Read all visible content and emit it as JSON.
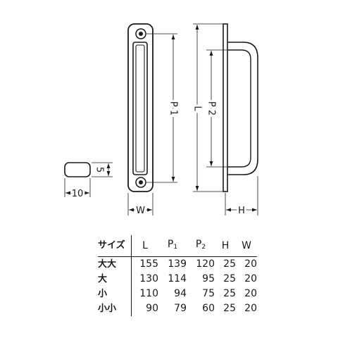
{
  "dimension_labels": {
    "slot_width": "10",
    "slot_height": "5",
    "W": "W",
    "P1": "P 1",
    "L": "L",
    "P2": "P 2",
    "H": "H"
  },
  "table": {
    "header": {
      "size": "サイズ",
      "L": "L",
      "P1_main": "P",
      "P1_sub": "1",
      "P2_main": "P",
      "P2_sub": "2",
      "H": "H",
      "W": "W"
    },
    "rows": [
      {
        "size": "大大",
        "L": "155",
        "P1": "139",
        "P2": "120",
        "H": "25",
        "W": "20"
      },
      {
        "size": "大",
        "L": "130",
        "P1": "114",
        "P2": "95",
        "H": "25",
        "W": "20"
      },
      {
        "size": "小",
        "L": "110",
        "P1": "94",
        "P2": "75",
        "H": "25",
        "W": "20"
      },
      {
        "size": "小小",
        "L": "90",
        "P1": "79",
        "P2": "60",
        "H": "25",
        "W": "20"
      }
    ]
  }
}
